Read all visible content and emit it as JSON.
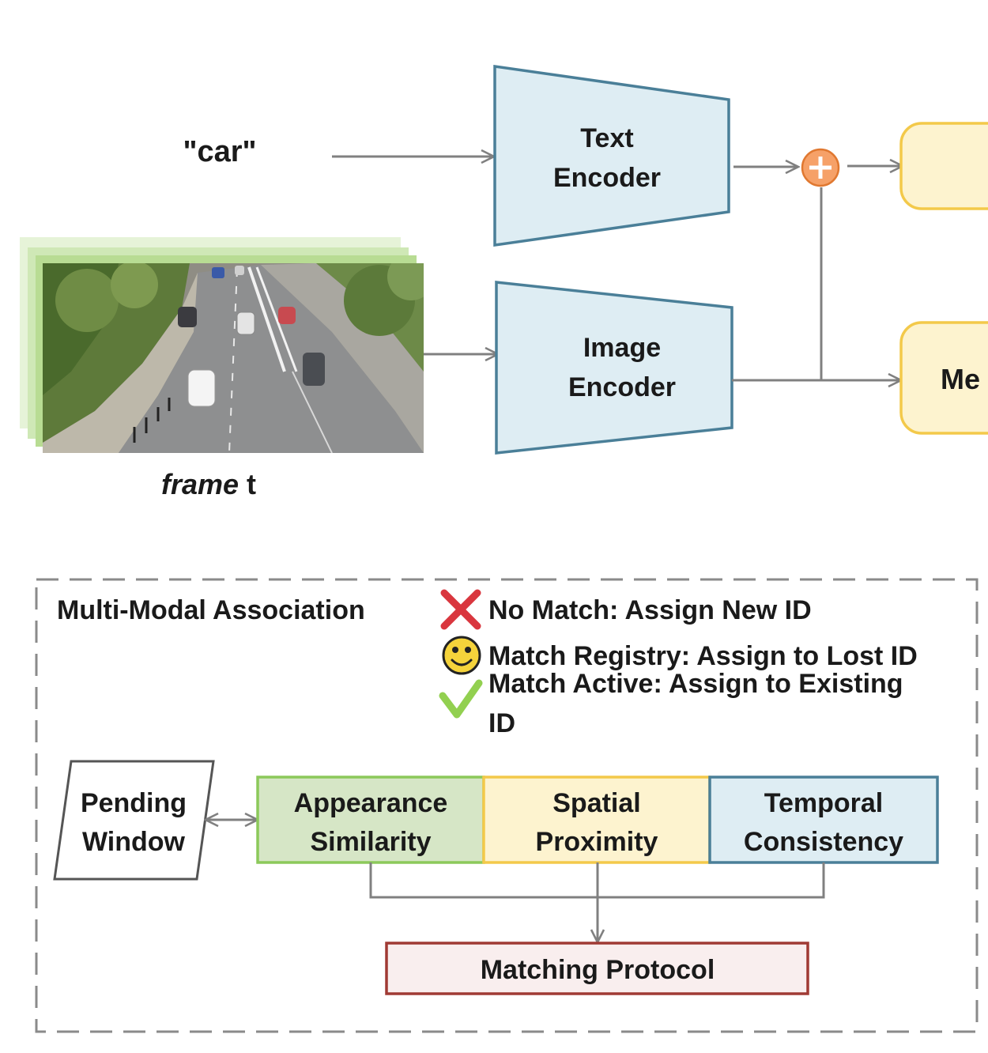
{
  "input": {
    "query_text": "\"car\"",
    "frame_label_italic": "frame",
    "frame_label_suffix": "t"
  },
  "encoders": {
    "text_line1": "Text",
    "text_line2": "Encoder",
    "image_line1": "Image",
    "image_line2": "Encoder"
  },
  "right_boxes": {
    "lower_label": "Me"
  },
  "association": {
    "title": "Multi-Modal Association",
    "legend": {
      "no_match": "No Match: Assign New ID",
      "registry": "Match Registry: Assign to Lost ID",
      "active_line1": "Match Active: Assign to Existing",
      "active_line2": "ID"
    },
    "pending_line1": "Pending",
    "pending_line2": "Window",
    "appearance_line1": "Appearance",
    "appearance_line2": "Similarity",
    "spatial_line1": "Spatial",
    "spatial_line2": "Proximity",
    "temporal_line1": "Temporal",
    "temporal_line2": "Consistency",
    "protocol": "Matching Protocol"
  },
  "colors": {
    "encoder_fill": "#deedf3",
    "encoder_stroke": "#4a7f98",
    "yellow_fill": "#fdf3cf",
    "yellow_stroke": "#f3c94a",
    "green_fill": "#d6e6c6",
    "green_stroke": "#8cc95a",
    "red_x": "#d9363e",
    "check": "#92d050",
    "plus_fill": "#f6a168",
    "protocol_stroke": "#a03a34"
  }
}
